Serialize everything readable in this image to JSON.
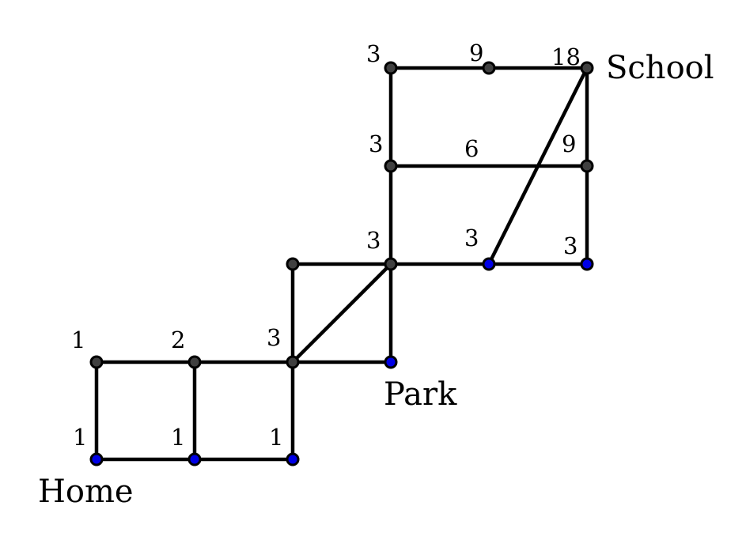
{
  "colors": {
    "edge": "#000000",
    "node_dark": "#404040",
    "node_blue": "#0000e6",
    "background": "#ffffff"
  },
  "labels": {
    "home": "Home",
    "park": "Park",
    "school": "School"
  },
  "nodes": [
    {
      "id": "n1",
      "fill": "node_blue",
      "count": "1"
    },
    {
      "id": "n2",
      "fill": "node_blue",
      "count": "1"
    },
    {
      "id": "n3",
      "fill": "node_blue",
      "count": "1"
    },
    {
      "id": "n4",
      "fill": "node_dark",
      "count": "1"
    },
    {
      "id": "n5",
      "fill": "node_dark",
      "count": "2"
    },
    {
      "id": "n6",
      "fill": "node_dark",
      "count": "3"
    },
    {
      "id": "n7",
      "fill": "node_blue",
      "count": ""
    },
    {
      "id": "n8",
      "fill": "node_dark",
      "count": ""
    },
    {
      "id": "n9",
      "fill": "node_dark",
      "count": "3"
    },
    {
      "id": "n10",
      "fill": "node_blue",
      "count": "3"
    },
    {
      "id": "n11",
      "fill": "node_blue",
      "count": "3"
    },
    {
      "id": "n12",
      "fill": "node_dark",
      "count": "3"
    },
    {
      "id": "n13",
      "fill": "node_dark",
      "count": "9"
    },
    {
      "id": "n14",
      "fill": "node_dark",
      "count": "3"
    },
    {
      "id": "n15",
      "fill": "node_dark",
      "count": "9"
    },
    {
      "id": "n16",
      "fill": "node_dark",
      "count": "18"
    }
  ],
  "interior_labels": [
    {
      "id": "crossing",
      "count": "6"
    }
  ],
  "edges": [
    [
      "n1",
      "n2"
    ],
    [
      "n2",
      "n3"
    ],
    [
      "n4",
      "n5"
    ],
    [
      "n5",
      "n6"
    ],
    [
      "n6",
      "n7"
    ],
    [
      "n8",
      "n9"
    ],
    [
      "n9",
      "n10"
    ],
    [
      "n10",
      "n11"
    ],
    [
      "n12",
      "n15"
    ],
    [
      "n14",
      "n16"
    ],
    [
      "n1",
      "n4"
    ],
    [
      "n2",
      "n5"
    ],
    [
      "n3",
      "n6"
    ],
    [
      "n6",
      "n8"
    ],
    [
      "n7",
      "n9"
    ],
    [
      "n9",
      "n12"
    ],
    [
      "n12",
      "n14"
    ],
    [
      "n10",
      "n16"
    ],
    [
      "n11",
      "n15"
    ],
    [
      "n15",
      "n16"
    ],
    [
      "n6",
      "n9"
    ]
  ]
}
